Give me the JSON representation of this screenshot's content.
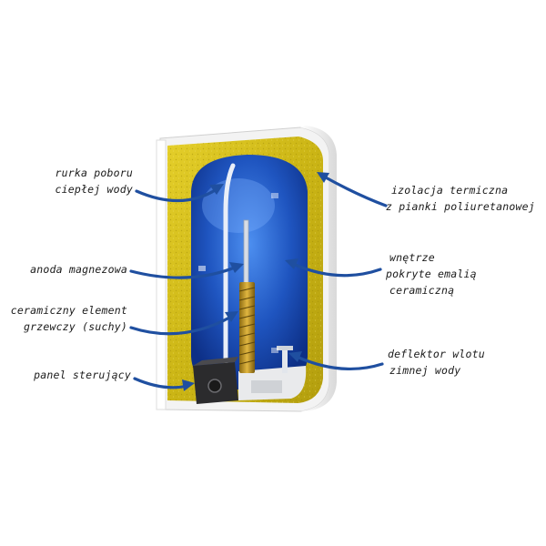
{
  "labels": {
    "hot_water_pipe": [
      "rurka poboru",
      "ciepłej wody"
    ],
    "magnesium_anode": [
      "anoda magnezowa"
    ],
    "ceramic_heater": [
      "ceramiczny element",
      "grzewczy (suchy)"
    ],
    "control_panel": [
      "panel sterujący"
    ],
    "insulation": [
      "izolacja termiczna",
      "z pianki poliuretanowej"
    ],
    "tank_interior": [
      "wnętrze",
      "pokryte emalią",
      "ceramiczną"
    ],
    "inlet_deflector": [
      "deflektor wlotu",
      "zimnej wody"
    ]
  },
  "colors": {
    "arrow": "#1f4fa0",
    "insulation": "#d8c21a",
    "tank": "#1f55c0",
    "casing": "#f2f2f2"
  }
}
